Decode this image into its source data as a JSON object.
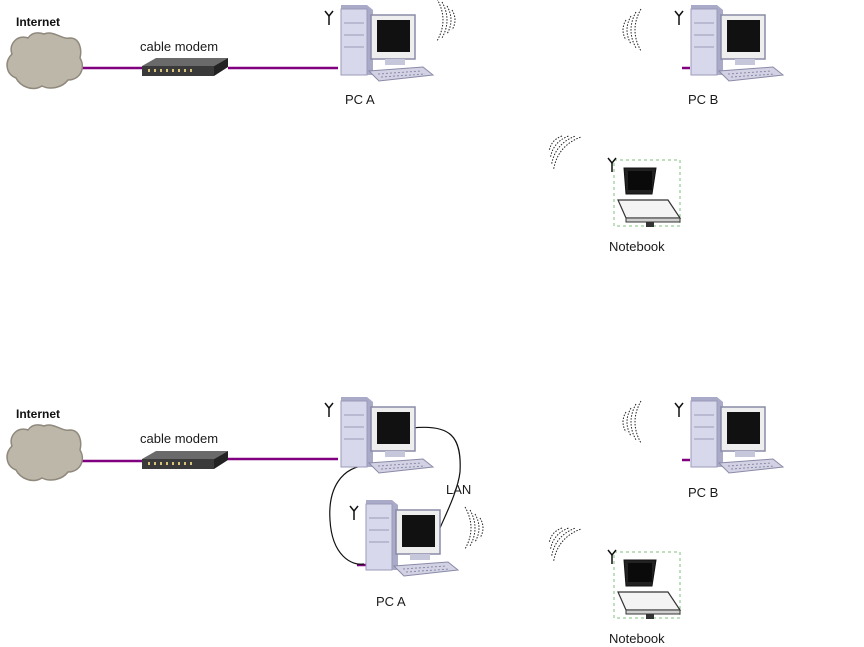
{
  "colors": {
    "link": "#800080",
    "cloud": "#bdb7a9",
    "cloud_edge": "#8f887c",
    "case": "#d8d8ec",
    "case_shade": "#a9a9c8",
    "screen": "#111111",
    "modem": "#3a3a3a",
    "cable": "#111111"
  },
  "top": {
    "internet": "Internet",
    "modem": "cable modem",
    "pc_a": "PC A",
    "pc_b": "PC B",
    "notebook": "Notebook"
  },
  "bottom": {
    "internet": "Internet",
    "modem": "cable modem",
    "lan": "LAN",
    "pc_a": "PC A",
    "pc_b": "PC B",
    "notebook": "Notebook"
  }
}
